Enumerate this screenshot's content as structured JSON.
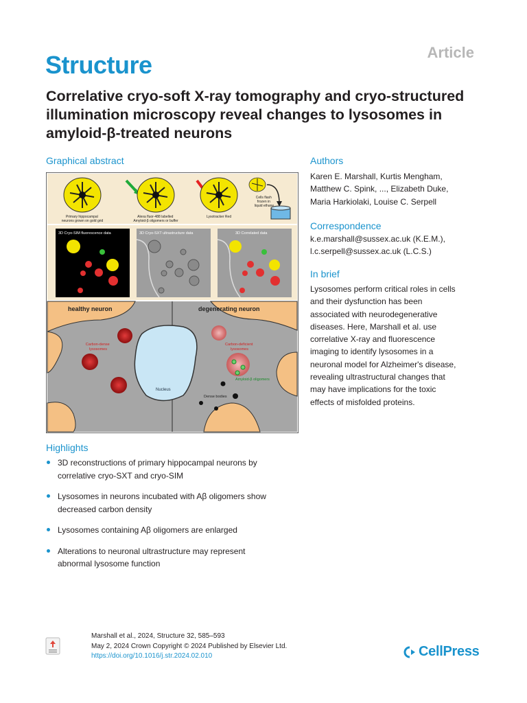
{
  "header": {
    "journal": "Structure",
    "article_type": "Article"
  },
  "title": "Correlative cryo-soft X-ray tomography and cryo-structured illumination microscopy reveal changes to lysosomes in amyloid-β-treated neurons",
  "graphical_abstract": {
    "heading": "Graphical abstract",
    "labels": {
      "step1": [
        "Primary hippocampal",
        "neurons grown on gold grid"
      ],
      "step2": [
        "Alexa fluor-488 labelled",
        "Amyloid-β oligomers or buffer"
      ],
      "step3": "Lysotracker Red",
      "step4": [
        "Cells flash",
        "frozen in",
        "liquid ethane"
      ],
      "panel1": "3D Cryo-SIM fluorescence data",
      "panel2": "3D Cryo-SXT ultrastructure data",
      "panel3": "3D Correlated data",
      "healthy": "healthy neuron",
      "degenerating": "degenerating neuron",
      "carbon_dense": [
        "Carbon-dense",
        "lysosomes"
      ],
      "carbon_deficient": [
        "Carbon-deficient",
        "lysosomes"
      ],
      "amyloid": "Amyloid-β oligomers",
      "nucleus": "Nucleus",
      "dense_bodies": "Dense bodies"
    }
  },
  "authors": {
    "heading": "Authors",
    "lines": [
      "Karen E. Marshall, Kurtis Mengham,",
      "Matthew C. Spink, ..., Elizabeth Duke,",
      "Maria Harkiolaki, Louise C. Serpell"
    ]
  },
  "correspondence": {
    "heading": "Correspondence",
    "lines": [
      "k.e.marshall@sussex.ac.uk (K.E.M.),",
      "l.c.serpell@sussex.ac.uk (L.C.S.)"
    ]
  },
  "in_brief": {
    "heading": "In brief",
    "lines": [
      "Lysosomes perform critical roles in cells",
      "and their dysfunction has been",
      "associated with neurodegenerative",
      "diseases. Here, Marshall et al. use",
      "correlative X-ray and fluorescence",
      "imaging to identify lysosomes in a",
      "neuronal model for Alzheimer's disease,",
      "revealing ultrastructural changes that",
      "may have implications for the toxic",
      "effects of misfolded proteins."
    ]
  },
  "highlights": {
    "heading": "Highlights",
    "items": [
      [
        "3D reconstructions of primary hippocampal neurons by",
        "correlative cryo-SXT and cryo-SIM"
      ],
      [
        "Lysosomes in neurons incubated with Aβ oligomers show",
        "decreased carbon density"
      ],
      [
        "Lysosomes containing Aβ oligomers are enlarged"
      ],
      [
        "Alterations to neuronal ultrastructure may represent",
        "abnormal lysosome function"
      ]
    ]
  },
  "footer": {
    "citation": "Marshall et al., 2024, Structure 32, 585–593",
    "copyright": "May 2, 2024 Crown Copyright © 2024 Published by Elsevier Ltd.",
    "doi": "https://doi.org/10.1016/j.str.2024.02.010",
    "publisher": "CellPress"
  },
  "colors": {
    "accent": "#1a93cd",
    "grey_heading": "#b7b7b7"
  }
}
